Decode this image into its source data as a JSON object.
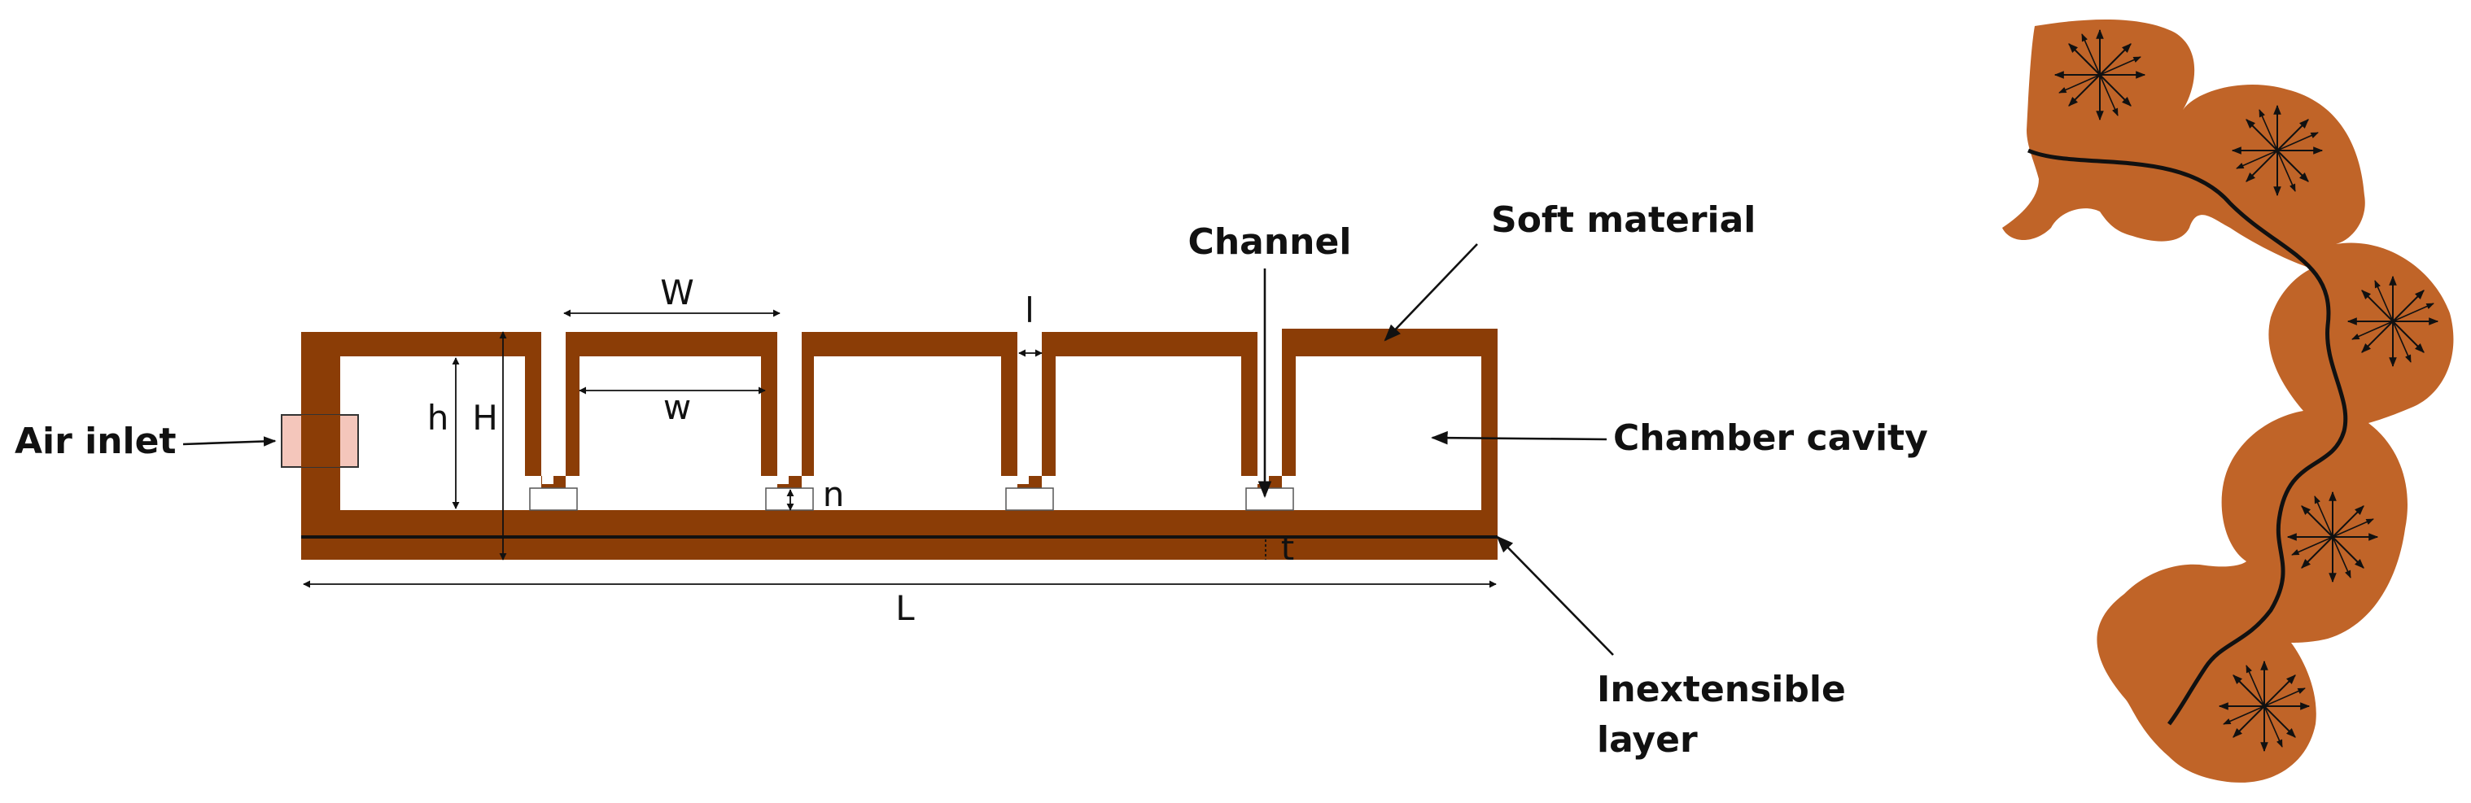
{
  "colors": {
    "soft_material": "#8b3d06",
    "actuator_bent": "#c06428",
    "inlet": "#f4c6bb",
    "line": "#111111",
    "background": "#ffffff"
  },
  "labels": {
    "air_inlet": "Air inlet",
    "chamber_cavity": "Chamber cavity",
    "soft_material": "Soft material",
    "channel": "Channel",
    "inextensible_layer_line1": "Inextensible",
    "inextensible_layer_line2": "layer"
  },
  "dimensions": {
    "W": "W",
    "w": "w",
    "h": "h",
    "H": "H",
    "l": "l",
    "n": "n",
    "t": "t",
    "L": "L"
  },
  "icons": {
    "pressure": "radial-arrows-icon"
  }
}
